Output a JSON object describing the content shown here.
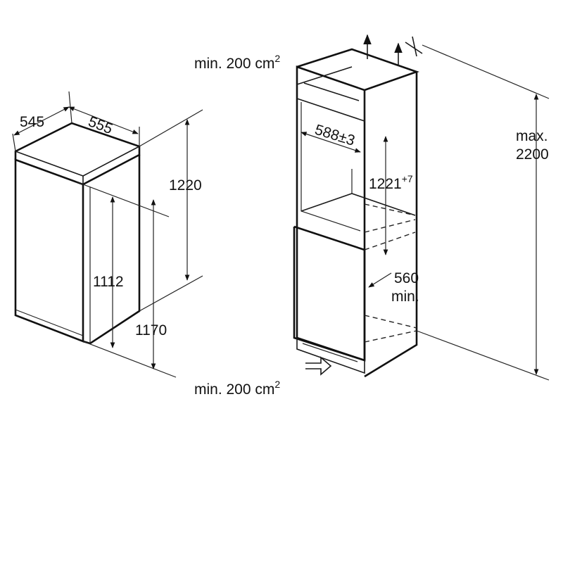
{
  "appliance": {
    "depth": "545",
    "width": "555",
    "height_total": "1220",
    "height_door": "1112",
    "height_hinge": "1170"
  },
  "niche": {
    "vent_top_label": "min. 200 cm",
    "vent_top_exp": "2",
    "vent_bottom_label": "min. 200 cm",
    "vent_bottom_exp": "2",
    "width": "588±3",
    "height": "1221",
    "height_tol": "+7",
    "depth_value": "560",
    "depth_min": "min.",
    "max_label": "max.",
    "max_value": "2200"
  },
  "colors": {
    "line": "#1a1a1a",
    "background": "#ffffff"
  }
}
